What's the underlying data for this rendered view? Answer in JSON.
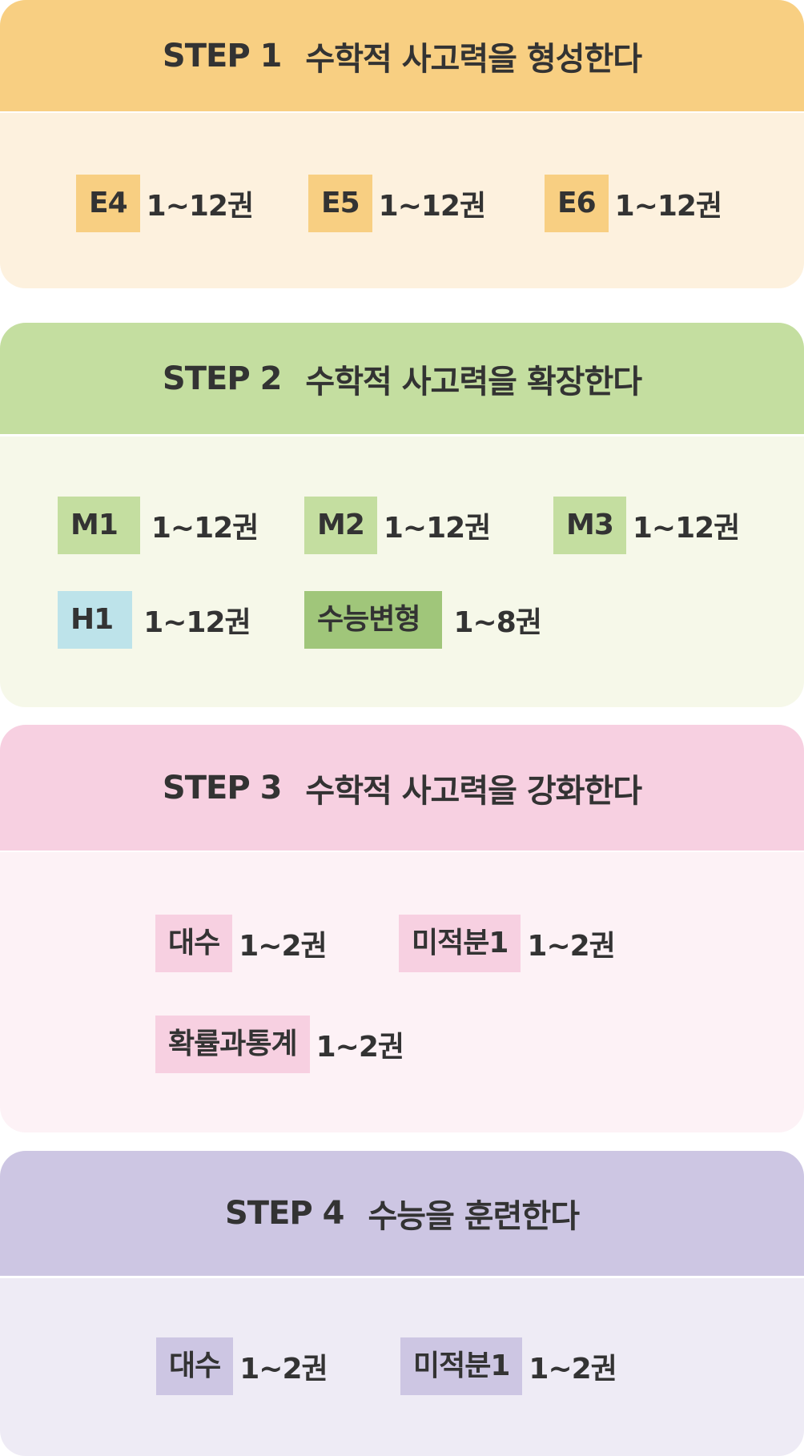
{
  "steps": [
    {
      "label": "STEP 1",
      "title": "수학적 사고력을 형성한다",
      "header_color": "#f8cf82",
      "body_color": "#fdf1de",
      "items": [
        {
          "tag": "E4",
          "count": "1~12권",
          "tag_color": "#f8cf82"
        },
        {
          "tag": "E5",
          "count": "1~12권",
          "tag_color": "#f8cf82"
        },
        {
          "tag": "E6",
          "count": "1~12권",
          "tag_color": "#f8cf82"
        }
      ]
    },
    {
      "label": "STEP 2",
      "title": "수학적 사고력을 확장한다",
      "header_color": "#c4dea0",
      "body_color": "#f6f8e9",
      "items": [
        {
          "tag": "M1",
          "count": "1~12권",
          "tag_color": "#c4dea0"
        },
        {
          "tag": "M2",
          "count": "1~12권",
          "tag_color": "#c4dea0"
        },
        {
          "tag": "M3",
          "count": "1~12권",
          "tag_color": "#c4dea0"
        },
        {
          "tag": "H1",
          "count": "1~12권",
          "tag_color": "#bde3ea"
        },
        {
          "tag": "수능변형",
          "count": "1~8권",
          "tag_color": "#a0c67a"
        }
      ]
    },
    {
      "label": "STEP 3",
      "title": "수학적 사고력을 강화한다",
      "header_color": "#f7d0e1",
      "body_color": "#fdf2f6",
      "items": [
        {
          "tag": "대수",
          "count": "1~2권",
          "tag_color": "#f7d0e1"
        },
        {
          "tag": "미적분1",
          "count": "1~2권",
          "tag_color": "#f7d0e1"
        },
        {
          "tag": "확률과통계",
          "count": "1~2권",
          "tag_color": "#f7d0e1"
        }
      ]
    },
    {
      "label": "STEP 4",
      "title": "수능을 훈련한다",
      "header_color": "#cdc6e3",
      "body_color": "#eeebf5",
      "items": [
        {
          "tag": "대수",
          "count": "1~2권",
          "tag_color": "#cdc6e3"
        },
        {
          "tag": "미적분1",
          "count": "1~2권",
          "tag_color": "#cdc6e3"
        }
      ]
    }
  ]
}
